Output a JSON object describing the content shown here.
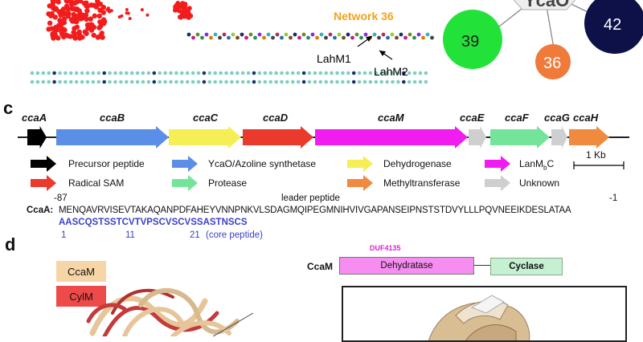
{
  "panel_c_label": "c",
  "panel_d_label": "d",
  "network": {
    "title": "Network 36",
    "lahm1": "LahM1",
    "lahm2": "LahM2",
    "title_color": "#f2a21b"
  },
  "circles": {
    "top_node_label": "YcaO",
    "node_39": "39",
    "node_42": "42",
    "node_36": "36",
    "colors": {
      "39": "#22e23a",
      "42": "#0d1148",
      "36": "#f07a3a"
    }
  },
  "genes": [
    {
      "name": "ccaA",
      "color": "#000000"
    },
    {
      "name": "ccaB",
      "color": "#5b8ee6"
    },
    {
      "name": "ccaC",
      "color": "#f5ee55"
    },
    {
      "name": "ccaD",
      "color": "#ea3a2c"
    },
    {
      "name": "ccaM",
      "color": "#f01cf0"
    },
    {
      "name": "ccaE",
      "color": "#cfcfcf"
    },
    {
      "name": "ccaF",
      "color": "#74e49a"
    },
    {
      "name": "ccaG",
      "color": "#cfcfcf"
    },
    {
      "name": "ccaH",
      "color": "#f08a3e"
    }
  ],
  "scale_bar": "1 Kb",
  "legend": [
    {
      "label": "Precursor peptide",
      "color": "#000000"
    },
    {
      "label": "YcaO/Azoline synthetase",
      "color": "#5b8ee6"
    },
    {
      "label": "Dehydrogenase",
      "color": "#f5ee55"
    },
    {
      "label": "LanM",
      "sub": "b",
      "suffix": "C",
      "color": "#f01cf0"
    },
    {
      "label": "Radical SAM",
      "color": "#ea3a2c"
    },
    {
      "label": "Protease",
      "color": "#74e49a"
    },
    {
      "label": "Methyltransferase",
      "color": "#f08a3e"
    },
    {
      "label": "Unknown",
      "color": "#cfcfcf"
    }
  ],
  "sequence": {
    "pos_start": "-87",
    "leader_label": "leader peptide",
    "pos_end": "-1",
    "name": "CcaA:",
    "leader": "MENQAVRVISEVTAKAQANPDFAHEYVNNPNKVLSDAGMQIPEGMNIHVIVGAPANSEIPNSTSTDVYLLLPQVNEEIKDESLATAA",
    "core": "AASCQSTSSTCVTVPSCVSCVSSASTNSCS",
    "core_positions": [
      "1",
      "11",
      "21"
    ],
    "core_note": "(core peptide)",
    "core_color": "#3b3fc8"
  },
  "panel_d": {
    "legend": [
      {
        "label": "CcaM",
        "color": "#f6d6a6"
      },
      {
        "label": "CylM",
        "color": "#ee4a4a"
      }
    ],
    "domain_row_label": "CcaM",
    "duf_label": "DUF4135",
    "duf_color": "#e21fd8",
    "dehydratase": "Dehydratase",
    "dehydratase_color": "#f58ef0",
    "cyclase": "Cyclase",
    "cyclase_color": "#c5f0d2"
  }
}
